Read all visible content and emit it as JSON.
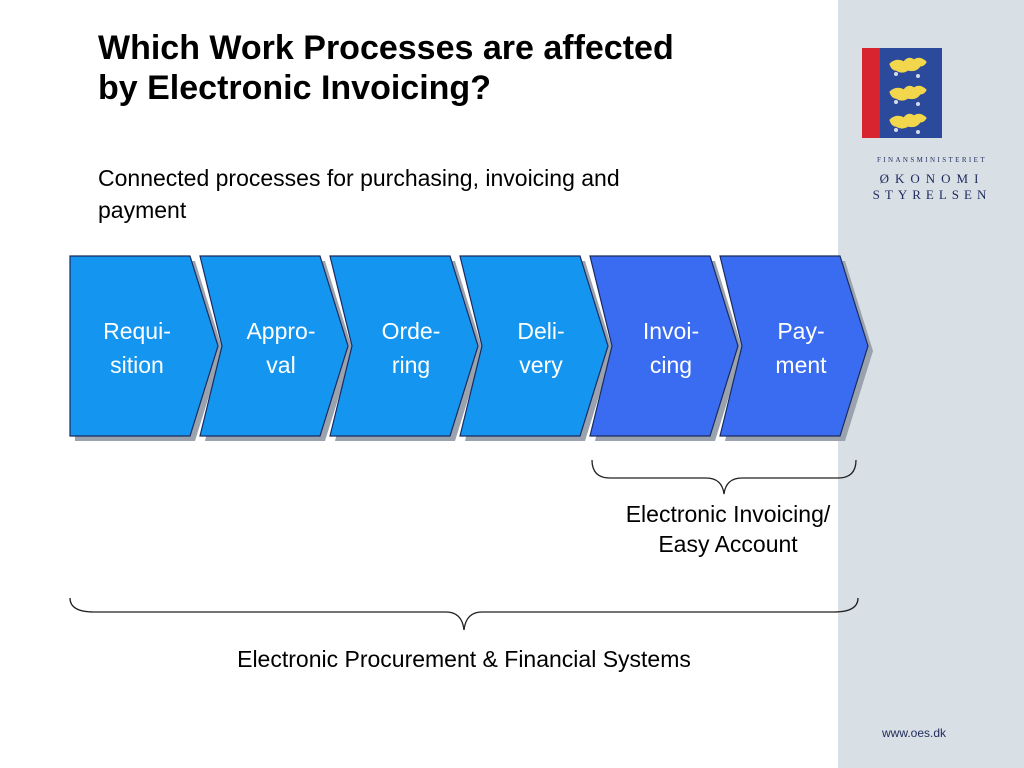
{
  "slide": {
    "title_lines": [
      "Which Work Processes are affected",
      "by Electronic Invoicing?"
    ],
    "subtitle_lines": [
      "Connected processes for purchasing, invoicing and",
      "payment"
    ]
  },
  "processes": [
    {
      "lines": [
        "Requi-",
        "sition"
      ],
      "color": "#1496f0"
    },
    {
      "lines": [
        "Appro-",
        "val"
      ],
      "color": "#1496f0"
    },
    {
      "lines": [
        "Orde-",
        "ring"
      ],
      "color": "#1496f0"
    },
    {
      "lines": [
        "Deli-",
        "very"
      ],
      "color": "#1496f0"
    },
    {
      "lines": [
        "Invoi-",
        "cing"
      ],
      "color": "#3a6cf2"
    },
    {
      "lines": [
        "Pay-",
        "ment"
      ],
      "color": "#3a6cf2"
    }
  ],
  "braces": {
    "invoicing_lines": [
      "Electronic Invoicing/",
      "Easy Account"
    ],
    "procurement": "Electronic Procurement  & Financial Systems"
  },
  "branding": {
    "org_top": "FINANSMINISTERIET",
    "org_mid": "ØKONOMI",
    "org_bot": "STYRELSEN",
    "url": "www.oes.dk",
    "logo_blue": "#2b4a9c",
    "logo_red": "#d8242f"
  }
}
